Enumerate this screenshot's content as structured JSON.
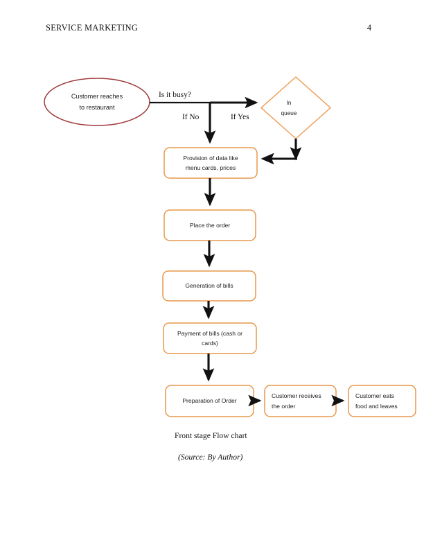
{
  "document": {
    "header_title": "SERVICE MARKETING",
    "page_number": "4"
  },
  "colors": {
    "terminator_stroke": "#9E3A3A",
    "process_stroke": "#E8974A",
    "decision_stroke": "#ED9A4E",
    "connector": "#111111",
    "node_text": "#1a1a1a",
    "page_background": "#FFFFFF"
  },
  "flowchart": {
    "title": "Front stage Flow chart",
    "source": "(Source: By Author)",
    "nodes": {
      "start": {
        "label": "Customer reaches\nto restaurant",
        "line1": "Customer reaches",
        "line2": "to restaurant",
        "shape": "ellipse"
      },
      "decision": {
        "label": "In\nqueue",
        "line1": "In",
        "line2": "queue",
        "shape": "diamond"
      },
      "provision": {
        "line1": "Provision of data like",
        "line2": "menu cards, prices",
        "shape": "rounded-rect"
      },
      "place_order": {
        "line1": "Place the order",
        "line2": "",
        "shape": "rounded-rect"
      },
      "generation": {
        "line1": "Generation of bills",
        "line2": "",
        "shape": "rounded-rect"
      },
      "payment": {
        "line1": "Payment of bills (cash or",
        "line2": "cards)",
        "shape": "rounded-rect"
      },
      "preparation": {
        "line1": "Preparation of Order",
        "line2": "",
        "shape": "rounded-rect"
      },
      "receives": {
        "line1": "Customer receives",
        "line2": "the order",
        "shape": "rounded-rect"
      },
      "eats": {
        "line1": "Customer eats",
        "line2": "food and leaves",
        "shape": "rounded-rect"
      }
    },
    "edge_labels": {
      "question": "Is it busy?",
      "branch_no": "If No",
      "branch_yes": "If Yes"
    }
  }
}
